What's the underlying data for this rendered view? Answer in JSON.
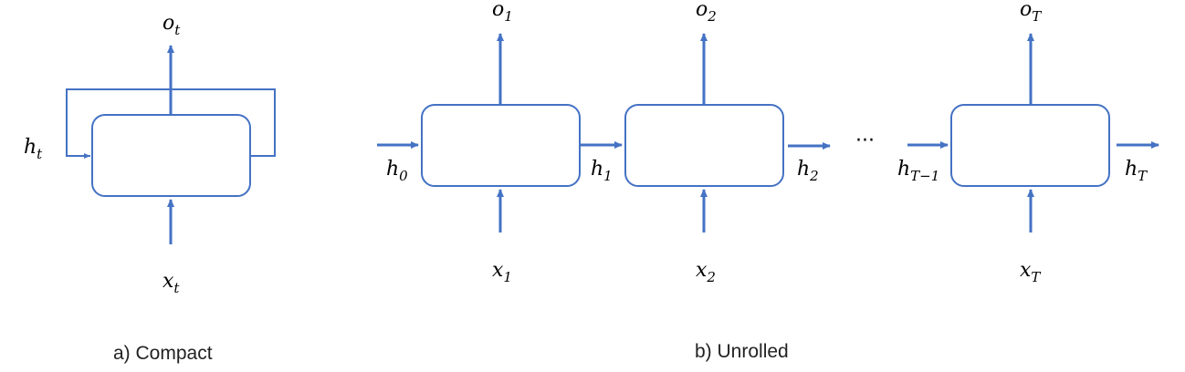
{
  "colors": {
    "accent": "#4472C4",
    "text": "#000000"
  },
  "compact": {
    "caption": "a) Compact",
    "output": {
      "base": "o",
      "sub": "t"
    },
    "input": {
      "base": "x",
      "sub": "t"
    },
    "hidden": {
      "base": "h",
      "sub": "t"
    }
  },
  "unrolled": {
    "caption": "b) Unrolled",
    "ellipsis": "···",
    "cells": [
      {
        "output": {
          "base": "o",
          "sub": "1"
        },
        "input": {
          "base": "x",
          "sub": "1"
        },
        "h_in": {
          "base": "h",
          "sub": "0"
        },
        "h_out": {
          "base": "h",
          "sub": "1"
        }
      },
      {
        "output": {
          "base": "o",
          "sub": "2"
        },
        "input": {
          "base": "x",
          "sub": "2"
        },
        "h_out": {
          "base": "h",
          "sub": "2"
        }
      },
      {
        "output": {
          "base": "o",
          "sub": "T"
        },
        "input": {
          "base": "x",
          "sub": "T"
        },
        "h_in": {
          "base": "h",
          "sub": "T−1"
        },
        "h_out": {
          "base": "h",
          "sub": "T"
        }
      }
    ]
  }
}
